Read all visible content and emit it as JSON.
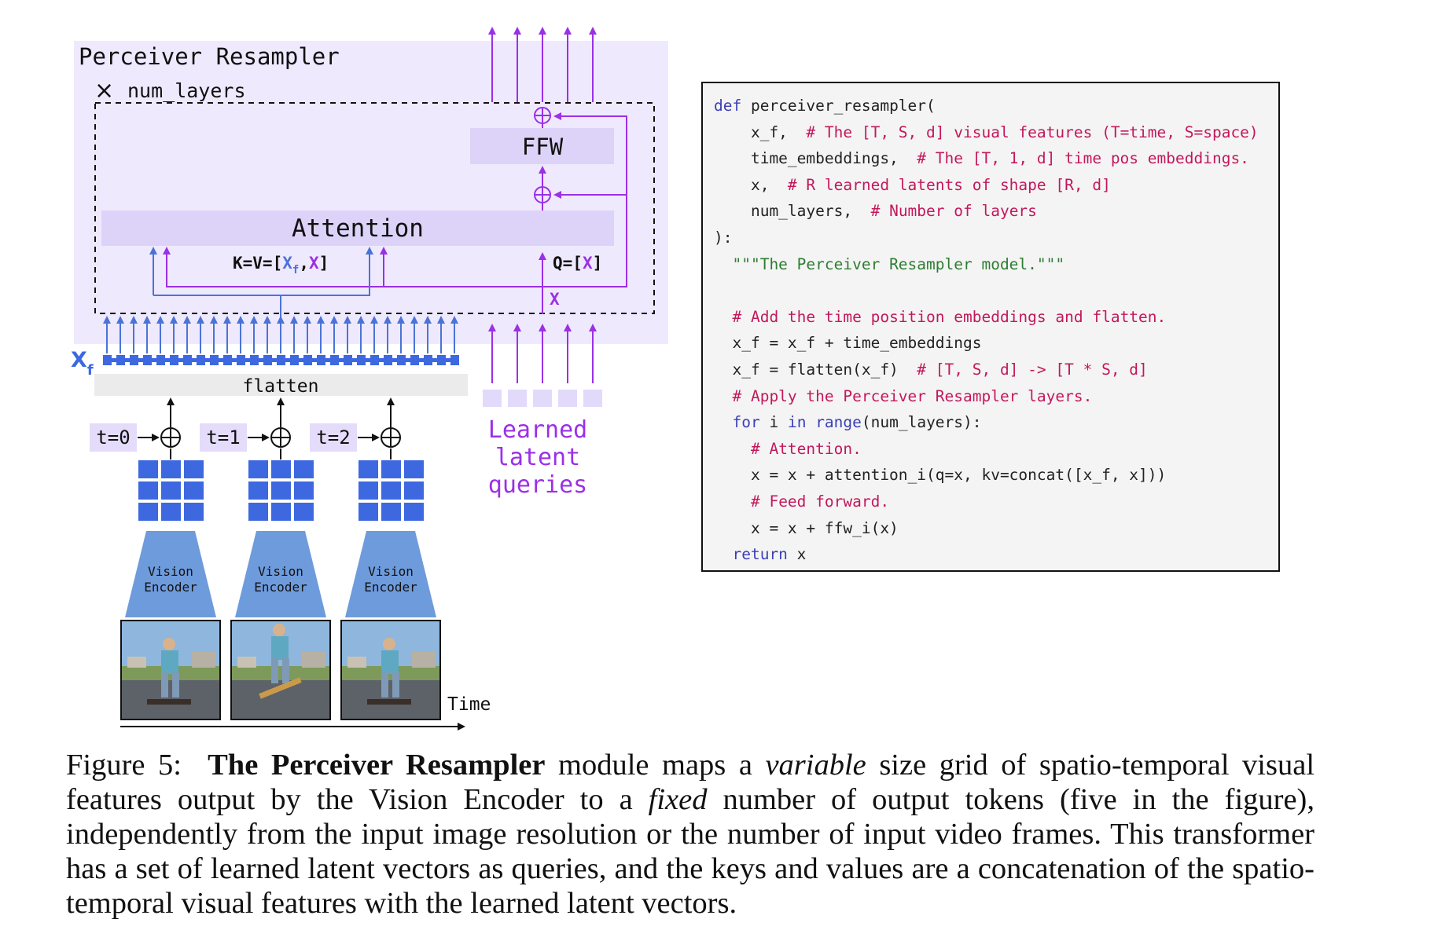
{
  "diagram": {
    "module_title": "Perceiver Resampler",
    "layers_label": "num_layers",
    "times_symbol": "×",
    "ffw_label": "FFW",
    "attention_label": "Attention",
    "kv_label": {
      "prefix": "K=V=[",
      "xf": "X",
      "xf_sub": "f",
      "sep": ",",
      "x": "X",
      "suffix": "]"
    },
    "q_label": {
      "prefix": "Q=[",
      "x": "X",
      "suffix": "]"
    },
    "x_label": "X",
    "xf_label": {
      "main": "X",
      "sub": "f"
    },
    "flatten_label": "flatten",
    "time_steps": [
      "t=0",
      "t=1",
      "t=2"
    ],
    "encoder_label": [
      "Vision",
      "Encoder"
    ],
    "learned_queries_label": [
      "Learned",
      "latent",
      "queries"
    ],
    "time_axis_label": "Time",
    "colors": {
      "panel_bg": "#efe9fd",
      "block_bg": "#ddd3f8",
      "purple": "#9b30e6",
      "blue": "#4a73d8",
      "token_blue": "#3d68e0",
      "encoder": "#6e9bdc",
      "query": "#e2dafa",
      "step_bg": "#e4dcfa"
    }
  },
  "code": {
    "lines": [
      [
        {
          "t": "def ",
          "c": "kw"
        },
        {
          "t": "perceiver_resampler(",
          "c": ""
        }
      ],
      [
        {
          "t": "    x_f,  ",
          "c": ""
        },
        {
          "t": "# The [T, S, d] visual features (T=time, S=space)",
          "c": "cm"
        }
      ],
      [
        {
          "t": "    time_embeddings,  ",
          "c": ""
        },
        {
          "t": "# The [T, 1, d] time pos embeddings.",
          "c": "cm"
        }
      ],
      [
        {
          "t": "    x,  ",
          "c": ""
        },
        {
          "t": "# R learned latents of shape [R, d]",
          "c": "cm"
        }
      ],
      [
        {
          "t": "    num_layers,  ",
          "c": ""
        },
        {
          "t": "# Number of layers",
          "c": "cm"
        }
      ],
      [
        {
          "t": "):",
          "c": ""
        }
      ],
      [
        {
          "t": "  ",
          "c": ""
        },
        {
          "t": "\"\"\"The Perceiver Resampler model.\"\"\"",
          "c": "st"
        }
      ],
      [
        {
          "t": "",
          "c": ""
        }
      ],
      [
        {
          "t": "  ",
          "c": ""
        },
        {
          "t": "# Add the time position embeddings and flatten.",
          "c": "cm"
        }
      ],
      [
        {
          "t": "  x_f = x_f + time_embeddings",
          "c": ""
        }
      ],
      [
        {
          "t": "  x_f = flatten(x_f)  ",
          "c": ""
        },
        {
          "t": "# [T, S, d] -> [T * S, d]",
          "c": "cm"
        }
      ],
      [
        {
          "t": "  ",
          "c": ""
        },
        {
          "t": "# Apply the Perceiver Resampler layers.",
          "c": "cm"
        }
      ],
      [
        {
          "t": "  ",
          "c": ""
        },
        {
          "t": "for",
          "c": "kw"
        },
        {
          "t": " i ",
          "c": ""
        },
        {
          "t": "in",
          "c": "kw"
        },
        {
          "t": " ",
          "c": ""
        },
        {
          "t": "range",
          "c": "kw"
        },
        {
          "t": "(num_layers):",
          "c": ""
        }
      ],
      [
        {
          "t": "    ",
          "c": ""
        },
        {
          "t": "# Attention.",
          "c": "cm"
        }
      ],
      [
        {
          "t": "    x = x + attention_i(q=x, kv=concat([x_f, x]))",
          "c": ""
        }
      ],
      [
        {
          "t": "    ",
          "c": ""
        },
        {
          "t": "# Feed forward.",
          "c": "cm"
        }
      ],
      [
        {
          "t": "    x = x + ffw_i(x)",
          "c": ""
        }
      ],
      [
        {
          "t": "  ",
          "c": ""
        },
        {
          "t": "return",
          "c": "kw"
        },
        {
          "t": " x",
          "c": ""
        }
      ]
    ]
  },
  "caption": {
    "fig_num": "Figure 5:",
    "bold": "The Perceiver Resampler",
    "t1": " module maps a ",
    "it1": "variable",
    "t2": " size grid of spatio-temporal visual features output by the Vision Encoder to a ",
    "it2": "fixed",
    "t3": " number of output tokens (five in the figure), independently from the input image resolution or the number of input video frames. This transformer has a set of learned latent vectors as queries, and the keys and values are a concatenation of the spatio-temporal visual features with the learned latent vectors."
  }
}
